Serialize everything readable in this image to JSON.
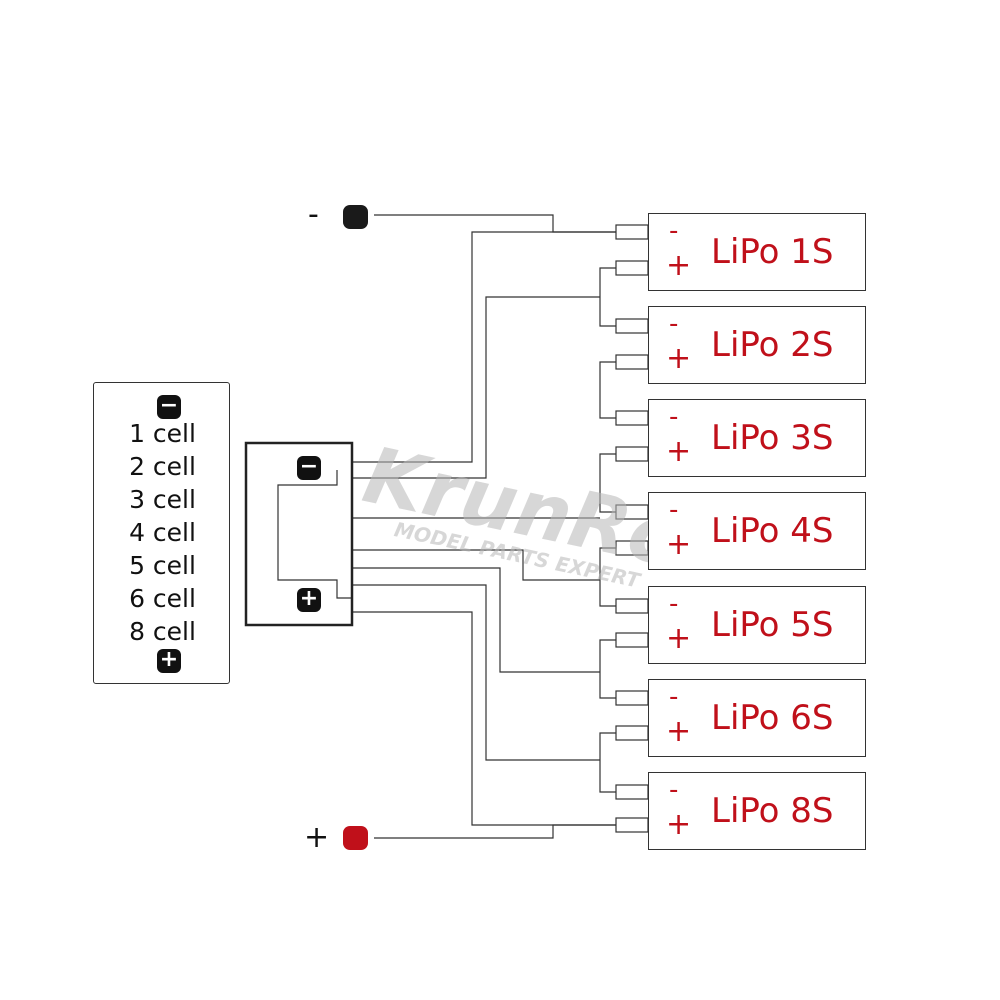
{
  "colors": {
    "wire": "#333333",
    "negative_terminal": "#1a1a1a",
    "positive_terminal": "#c0101a",
    "label_red": "#c0101a",
    "watermark": "#b8b8b8"
  },
  "terminals": {
    "negative_sign": "-",
    "positive_sign": "+"
  },
  "switch_legend": {
    "top_symbol": "−",
    "bottom_symbol": "+",
    "lines": [
      "1 cell",
      "2 cell",
      "3 cell",
      "4 cell",
      "5 cell",
      "6 cell",
      "8 cell"
    ]
  },
  "switch_block": {
    "minus_symbol": "−",
    "plus_symbol": "+"
  },
  "lipo_packs": [
    {
      "label": "LiPo 1S",
      "minus": "-",
      "plus": "+"
    },
    {
      "label": "LiPo 2S",
      "minus": "-",
      "plus": "+"
    },
    {
      "label": "LiPo 3S",
      "minus": "-",
      "plus": "+"
    },
    {
      "label": "LiPo 4S",
      "minus": "-",
      "plus": "+"
    },
    {
      "label": "LiPo 5S",
      "minus": "-",
      "plus": "+"
    },
    {
      "label": "LiPo 6S",
      "minus": "-",
      "plus": "+"
    },
    {
      "label": "LiPo 8S",
      "minus": "-",
      "plus": "+"
    }
  ],
  "watermark": {
    "brand": "KrunRc",
    "tagline": "MODEL PARTS EXPERT"
  }
}
